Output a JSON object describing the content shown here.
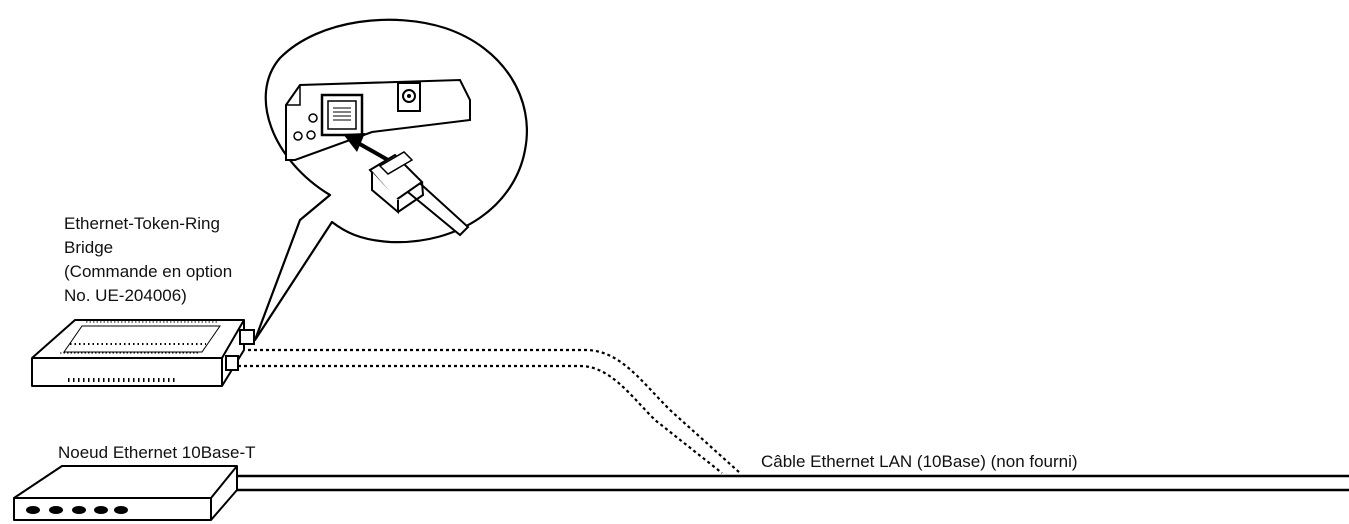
{
  "bridge": {
    "label_lines": [
      "Ethernet-Token-Ring",
      "Bridge",
      "(Commande en option",
      "No. UE-204006)"
    ]
  },
  "node": {
    "label": "Noeud Ethernet 10Base-T"
  },
  "cable": {
    "label": "Câble Ethernet LAN (10Base) (non fourni)"
  },
  "icons": [
    "rj45-port-icon",
    "power-jack-icon",
    "rj45-plug-icon",
    "led-icon",
    "arrow-icon"
  ]
}
